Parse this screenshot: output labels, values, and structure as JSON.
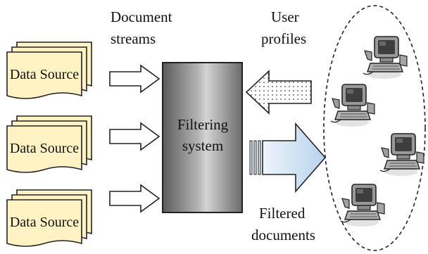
{
  "labels": {
    "document_streams": [
      "Document",
      "streams"
    ],
    "user_profiles": [
      "User",
      "profiles"
    ],
    "filtering_system": [
      "Filtering",
      "system"
    ],
    "filtered_documents": [
      "Filtered",
      "documents"
    ]
  },
  "data_sources": [
    {
      "label": "Data Source"
    },
    {
      "label": "Data Source"
    },
    {
      "label": "Data Source"
    }
  ],
  "users": [
    {
      "icon": "computer-user-icon"
    },
    {
      "icon": "computer-user-icon"
    },
    {
      "icon": "computer-user-icon"
    },
    {
      "icon": "computer-user-icon"
    }
  ],
  "colors": {
    "source_fill": "#fff3c4",
    "filter_box_dark": "#5e5e5e",
    "filter_box_light": "#d0d0d0",
    "output_arrow": "#c9def2"
  }
}
